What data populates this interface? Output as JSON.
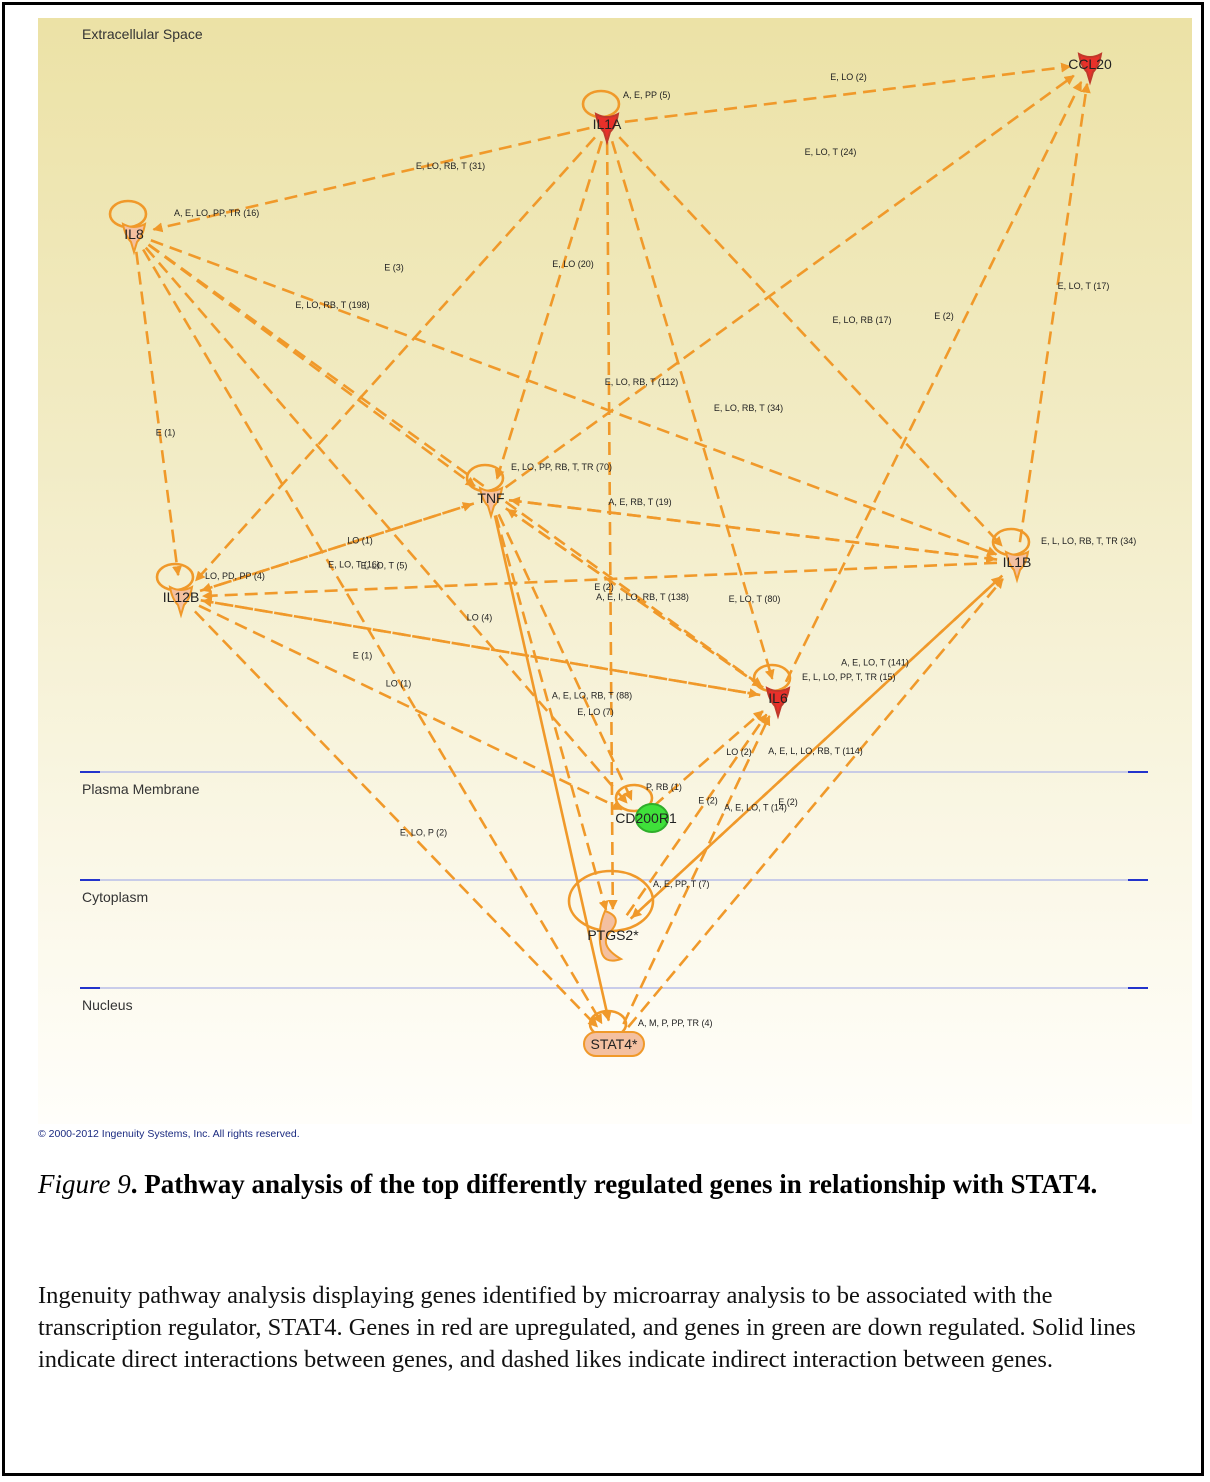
{
  "compartments": [
    "Extracellular Space",
    "Plasma Membrane",
    "Cytoplasm",
    "Nucleus"
  ],
  "nodes": [
    {
      "id": "IL1A",
      "label": "IL1A",
      "regulation": "up"
    },
    {
      "id": "CCL20",
      "label": "CCL20",
      "regulation": "up"
    },
    {
      "id": "IL8",
      "label": "IL8",
      "regulation": "up"
    },
    {
      "id": "TNF",
      "label": "TNF",
      "regulation": "up"
    },
    {
      "id": "IL12B",
      "label": "IL12B",
      "regulation": "up"
    },
    {
      "id": "IL1B",
      "label": "IL1B",
      "regulation": "up"
    },
    {
      "id": "IL6",
      "label": "IL6",
      "regulation": "up"
    },
    {
      "id": "CD200R1",
      "label": "CD200R1",
      "regulation": "down"
    },
    {
      "id": "PTGS2",
      "label": "PTGS2*",
      "regulation": "up"
    },
    {
      "id": "STAT4",
      "label": "STAT4*",
      "regulation": "up"
    }
  ],
  "self_loops": [
    {
      "node": "IL1A",
      "label": "A, E, PP (5)"
    },
    {
      "node": "IL8",
      "label": "A, E, LO, PP, TR (16)"
    },
    {
      "node": "TNF",
      "label": "E, LO, PP, RB, T, TR (70)"
    },
    {
      "node": "IL12B",
      "label": "LO, PD, PP (4)"
    },
    {
      "node": "IL1B",
      "label": "E, L, LO, RB, T, TR (34)"
    },
    {
      "node": "IL6",
      "label": "E, L, LO, PP, T, TR (15)"
    },
    {
      "node": "CD200R1",
      "label": "P, RB (1)"
    },
    {
      "node": "PTGS2",
      "label": "A, E, PP, T (7)"
    },
    {
      "node": "STAT4",
      "label": "A, M, P, PP, TR (4)"
    }
  ],
  "edges": [
    {
      "from": "IL1A",
      "to": "CCL20",
      "label": "E, LO (2)",
      "solid": false
    },
    {
      "from": "IL1A",
      "to": "IL8",
      "label": "E, LO, RB, T (31)",
      "solid": false
    },
    {
      "from": "IL1A",
      "to": "TNF",
      "label": "E, LO (20)",
      "solid": false
    },
    {
      "from": "IL1A",
      "to": "IL1B",
      "label": "E, LO, RB (17)",
      "solid": false
    },
    {
      "from": "IL1A",
      "to": "IL6",
      "label": "E, LO, RB, T (34)",
      "solid": false
    },
    {
      "from": "IL1A",
      "to": "IL12B",
      "label": "E (3)",
      "solid": false
    },
    {
      "from": "IL1A",
      "to": "PTGS2",
      "label": "",
      "solid": false
    },
    {
      "from": "TNF",
      "to": "CCL20",
      "label": "E, LO, T (24)",
      "solid": false
    },
    {
      "from": "IL1B",
      "to": "CCL20",
      "label": "E, LO, T (17)",
      "solid": false
    },
    {
      "from": "IL6",
      "to": "CCL20",
      "label": "E (2)",
      "solid": false
    },
    {
      "from": "IL8",
      "to": "IL12B",
      "label": "E (1)",
      "solid": false
    },
    {
      "from": "IL8",
      "to": "TNF",
      "label": "E, LO, RB, T (198)",
      "solid": false
    },
    {
      "from": "IL8",
      "to": "IL1B",
      "label": "E, LO, RB, T (112)",
      "solid": false
    },
    {
      "from": "IL8",
      "to": "IL6",
      "label": "",
      "solid": false
    },
    {
      "from": "IL8",
      "to": "CD200R1",
      "label": "",
      "solid": false
    },
    {
      "from": "IL8",
      "to": "STAT4",
      "label": "",
      "solid": false
    },
    {
      "from": "IL12B",
      "to": "TNF",
      "label": "LO (1)",
      "solid": false
    },
    {
      "from": "TNF",
      "to": "IL12B",
      "label": "E, LO, T (16)",
      "solid": false
    },
    {
      "from": "IL1B",
      "to": "IL12B",
      "label": "E, LO, T (5)",
      "solid": false
    },
    {
      "from": "IL1B",
      "to": "TNF",
      "label": "A, E, RB, T (19)",
      "solid": false
    },
    {
      "from": "IL6",
      "to": "TNF",
      "label": "E, LO, T (80)",
      "solid": false
    },
    {
      "from": "TNF",
      "to": "IL6",
      "label": "A, E, I, LO, RB, T (138)",
      "solid": false
    },
    {
      "from": "IL6",
      "to": "IL12B",
      "label": "E (1)",
      "solid": false
    },
    {
      "from": "IL12B",
      "to": "IL6",
      "label": "LO (4)",
      "solid": false
    },
    {
      "from": "IL12B",
      "to": "CD200R1",
      "label": "LO (1)",
      "solid": false
    },
    {
      "from": "IL12B",
      "to": "STAT4",
      "label": "E, LO, P (2)",
      "solid": false
    },
    {
      "from": "TNF",
      "to": "IL1B",
      "label": "E (2)",
      "solid": false
    },
    {
      "from": "PTGS2",
      "to": "IL1B",
      "label": "A, E, LO, T (141)",
      "solid": false
    },
    {
      "from": "STAT4",
      "to": "IL1B",
      "label": "A, E, L, LO, RB, T (114)",
      "solid": false
    },
    {
      "from": "TNF",
      "to": "PTGS2",
      "label": "A, E, LO, RB, T (88)",
      "solid": false
    },
    {
      "from": "TNF",
      "to": "STAT4",
      "label": "",
      "solid": true
    },
    {
      "from": "TNF",
      "to": "CD200R1",
      "label": "E, LO (7)",
      "solid": false
    },
    {
      "from": "CD200R1",
      "to": "IL6",
      "label": "LO (2)",
      "solid": false
    },
    {
      "from": "PTGS2",
      "to": "IL6",
      "label": "A, E, LO, T (14)",
      "solid": false
    },
    {
      "from": "STAT4",
      "to": "IL6",
      "label": "E (2)",
      "solid": false
    },
    {
      "from": "IL1B",
      "to": "PTGS2",
      "label": "E (2)",
      "solid": false
    }
  ],
  "copyright": "© 2000-2012 Ingenuity Systems, Inc. All rights reserved.",
  "caption": {
    "figure_label": "Figure 9",
    "title": ". Pathway analysis of the top differently regulated genes in relationship with STAT4.",
    "body": "Ingenuity pathway analysis displaying genes identified by microarray analysis to be associated with the transcription regulator, STAT4.  Genes in red are upregulated, and genes in green are down regulated.  Solid lines indicate direct interactions between genes, and dashed likes indicate indirect interaction between genes."
  },
  "colors": {
    "edge": "#f0992a",
    "up": "#e8302a",
    "down": "#3fe03a",
    "node_fill": "#f4c0a0",
    "membrane_line": "#b8bde8"
  }
}
